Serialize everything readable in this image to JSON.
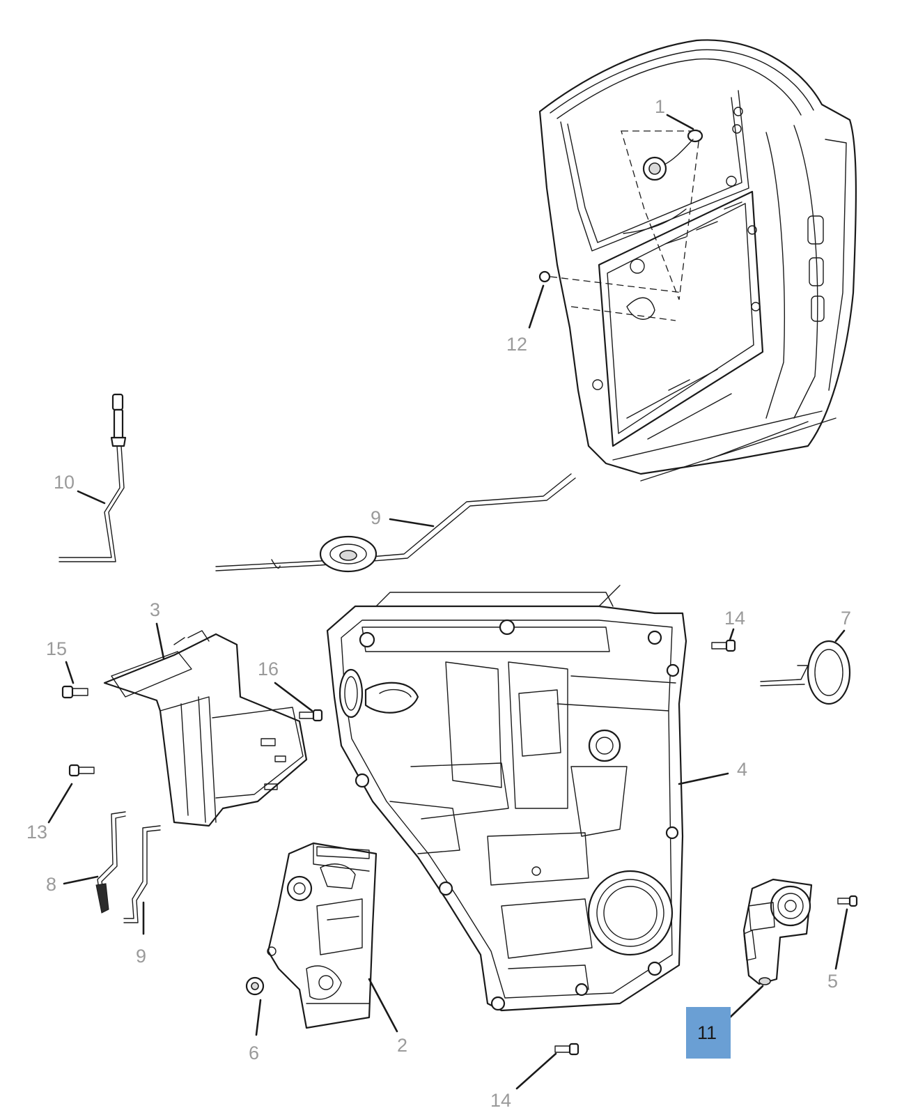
{
  "callouts": {
    "c1": "1",
    "c2": "2",
    "c3": "3",
    "c4": "4",
    "c5": "5",
    "c6": "6",
    "c7": "7",
    "c8": "8",
    "c9a": "9",
    "c9b": "9",
    "c10": "10",
    "c11": "11",
    "c12": "12",
    "c13": "13",
    "c14a": "14",
    "c14b": "14",
    "c15": "15",
    "c16": "16"
  },
  "highlight": {
    "part": "11",
    "color": "#6a9fd4"
  },
  "colors": {
    "label": "#9a9a9a",
    "line": "#1a1a1a"
  }
}
